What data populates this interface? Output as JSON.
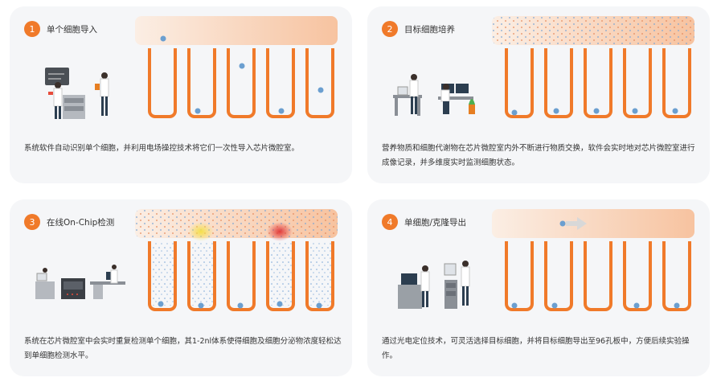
{
  "steps": [
    {
      "number": "1",
      "title": "单个细胞导入",
      "description": "系统软件自动识别单个细胞，并利用电场操控技术将它们一次性导入芯片微腔室。"
    },
    {
      "number": "2",
      "title": "目标细胞培养",
      "description": "营养物质和细胞代谢物在芯片微腔室内外不断进行物质交换，软件会实时地对芯片微腔室进行成像记录，并多维度实时监测细胞状态。"
    },
    {
      "number": "3",
      "title": "在线On-Chip检测",
      "description": "系统在芯片微腔室中会实时重复检测单个细胞，其1-2nl体系使得细胞及细胞分泌物浓度轻松达到单细胞检测水平。"
    },
    {
      "number": "4",
      "title": "单细胞/克隆导出",
      "description": "通过光电定位技术，可灵活选择目标细胞，并将目标细胞导出至96孔板中，方便后续实验操作。"
    }
  ],
  "colors": {
    "accent": "#f07a2a",
    "card_bg": "#f5f6f8",
    "cell": "#6b9fd0"
  }
}
